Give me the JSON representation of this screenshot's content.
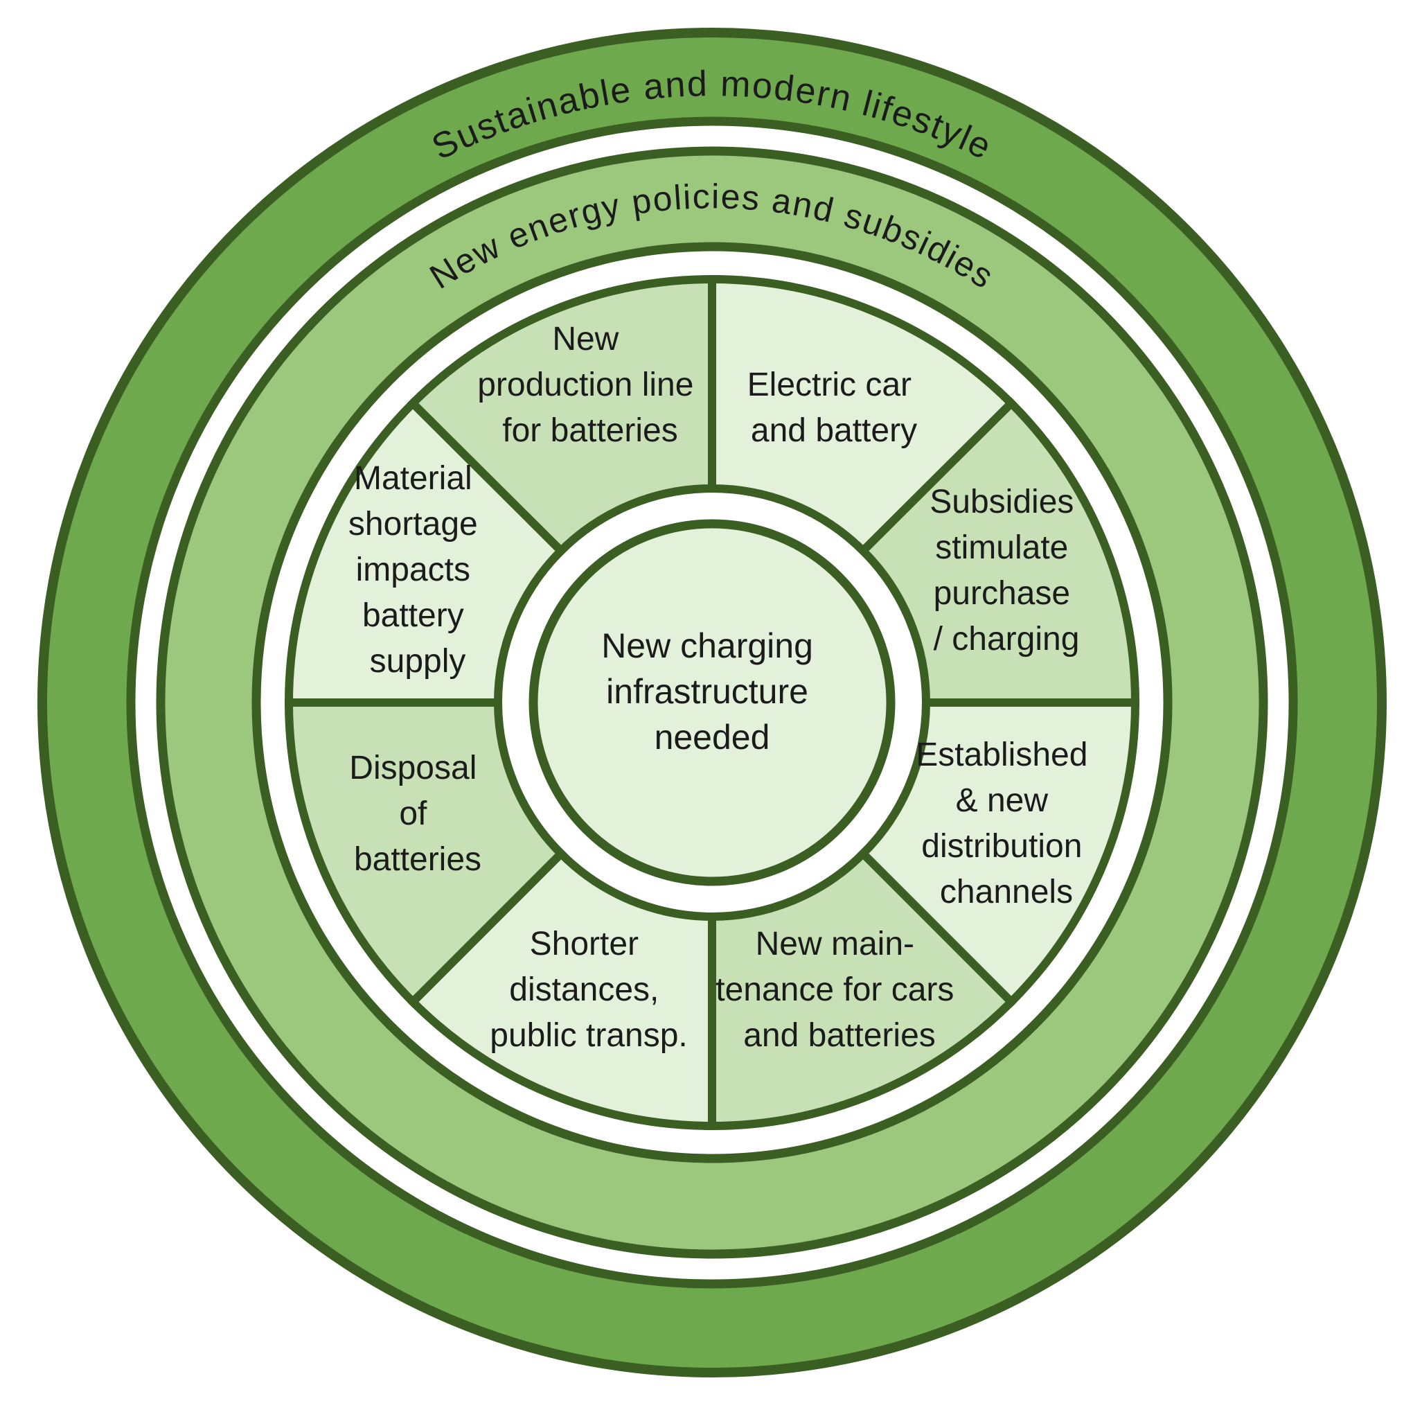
{
  "diagram": {
    "type": "concentric-rings",
    "colors": {
      "stroke": "#3b5e23",
      "text": "#1b1b1b",
      "background": "#ffffff",
      "gap_ring": "#ffffff",
      "outer_ring_fill": "#6fa94e",
      "middle_ring_fill": "#9cc87e",
      "segment_light_fill": "#e3f0da",
      "segment_medium_fill": "#c7e0b5",
      "hub_fill": "#e3f0da"
    },
    "outer_ring": {
      "label": "Sustainable and modern lifestyle"
    },
    "middle_ring": {
      "label": "New energy policies and subsidies"
    },
    "center": {
      "lines": [
        "New charging",
        "infrastructure",
        "needed"
      ]
    },
    "segments": [
      {
        "name": "electric-car-and-battery",
        "fill": "#e3f0da",
        "lines": [
          "Electric car",
          "and battery"
        ]
      },
      {
        "name": "subsidies-stimulate-purchase-charging",
        "fill": "#c7e0b5",
        "lines": [
          "Subsidies",
          "stimulate",
          "purchase",
          "/ charging"
        ]
      },
      {
        "name": "established-and-new-distribution-channels",
        "fill": "#e3f0da",
        "lines": [
          "Established",
          "& new",
          "distribution",
          "channels"
        ]
      },
      {
        "name": "new-maintenance-for-cars-and-batteries",
        "fill": "#c7e0b5",
        "lines": [
          "New main-",
          "tenance for cars",
          "and batteries"
        ]
      },
      {
        "name": "shorter-distances-public-transport",
        "fill": "#e3f0da",
        "lines": [
          "Shorter",
          "distances,",
          "public transp."
        ]
      },
      {
        "name": "disposal-of-batteries",
        "fill": "#c7e0b5",
        "lines": [
          "Disposal",
          "of",
          "batteries"
        ]
      },
      {
        "name": "material-shortage-impacts-battery-supply",
        "fill": "#e3f0da",
        "lines": [
          "Material",
          "shortage",
          "impacts",
          "battery",
          "supply"
        ]
      },
      {
        "name": "new-production-line-for-batteries",
        "fill": "#c7e0b5",
        "lines": [
          "New",
          "production line",
          "for batteries"
        ]
      }
    ]
  }
}
